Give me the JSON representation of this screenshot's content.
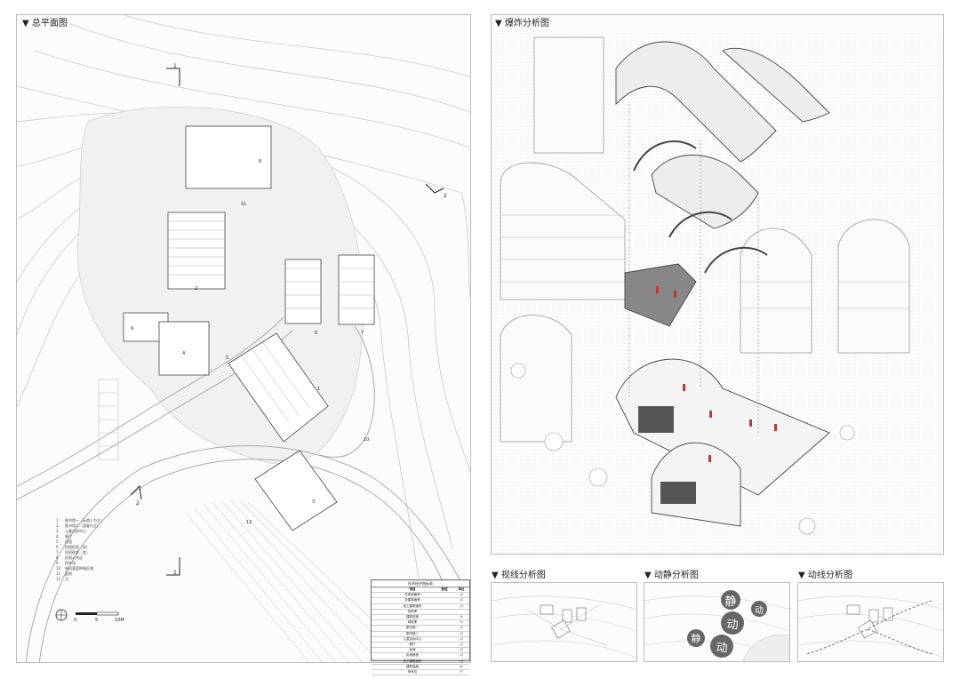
{
  "site_plan": {
    "title": "▼ 总平面图",
    "scale_labels": [
      "0",
      "5",
      "10M"
    ],
    "section_marks": [
      "1",
      "2",
      "1",
      "2"
    ],
    "legend": [
      {
        "n": "1",
        "t": "图书馆一（云南人为主）"
      },
      {
        "n": "2",
        "t": "图书馆二（游客为主）"
      },
      {
        "n": "3",
        "t": "儿童活动中心"
      },
      {
        "n": "4",
        "t": "餐厅"
      },
      {
        "n": "5",
        "t": "民宿"
      },
      {
        "n": "6",
        "t": "民宿宿舍（男）"
      },
      {
        "n": "7",
        "t": "民宿宿舍（女）"
      },
      {
        "n": "8",
        "t": "民宿公共区"
      },
      {
        "n": "9",
        "t": "停车场"
      },
      {
        "n": "10",
        "t": "有机蔬菜种植区域"
      },
      {
        "n": "11",
        "t": "庭院"
      },
      {
        "n": "12",
        "t": "河"
      }
    ],
    "table_title": "技术经济指标表",
    "table_header": [
      "项目",
      "数值",
      "单位"
    ],
    "table_rows": [
      [
        "",
        "总用地面积",
        "",
        "㎡"
      ],
      [
        "",
        "总建筑面积",
        "",
        "㎡"
      ],
      [
        "",
        "地上建筑面积",
        "",
        "㎡"
      ],
      [
        "",
        "容积率",
        "",
        ""
      ],
      [
        "",
        "建筑密度",
        "",
        "%"
      ],
      [
        "",
        "绿地率",
        "",
        "%"
      ],
      [
        "",
        "图书馆一",
        "",
        "㎡"
      ],
      [
        "",
        "图书馆二",
        "",
        "㎡"
      ],
      [
        "",
        "儿童活动中心",
        "",
        "㎡"
      ],
      [
        "",
        "餐厅",
        "",
        "㎡"
      ],
      [
        "",
        "民宿",
        "",
        "㎡"
      ],
      [
        "",
        "民宿宿舍",
        "",
        "㎡"
      ],
      [
        "",
        "地下建筑面积",
        "",
        "㎡"
      ],
      [
        "",
        "建筑高度",
        "",
        "m"
      ],
      [
        "",
        "停车位",
        "",
        "个"
      ]
    ],
    "building_labels": [
      "1",
      "2",
      "3",
      "4",
      "5",
      "6",
      "7",
      "8",
      "9",
      "10",
      "11",
      "12"
    ]
  },
  "exploded": {
    "title": "▼ 爆炸分析图"
  },
  "sight": {
    "title": "▼ 视线分析图"
  },
  "static_dynamic": {
    "title": "▼ 动静分析图",
    "labels": [
      "静",
      "动",
      "动",
      "静",
      "动"
    ]
  },
  "circulation": {
    "title": "▼ 动线分析图"
  },
  "colors": {
    "accent": "#c0392b",
    "line": "#555555",
    "paper": "#fcfcfc"
  }
}
